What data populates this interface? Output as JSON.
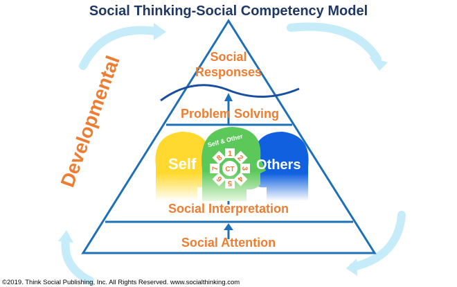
{
  "title": "Social Thinking-Social Competency Model",
  "side_label": "Developmental",
  "levels": {
    "responses_line1": "Social",
    "responses_line2": "Responses",
    "problem_solving": "Problem Solving",
    "interpretation": "Social Interpretation",
    "attention": "Social Attention"
  },
  "heads": {
    "self": "Self",
    "others": "Others",
    "self_and_others": "Self & Other",
    "center": "CT",
    "numbers": [
      "1",
      "2",
      "3",
      "4",
      "5",
      "6",
      "7",
      "8"
    ]
  },
  "footer": "©2019. Think Social Publishing, Inc. All Rights Reserved. www.socialthinking.com",
  "colors": {
    "title": "#1f3864",
    "orange": "#ed7d31",
    "blue": "#0070c0",
    "yellow": "#ffd92f",
    "green": "#5cc85a",
    "others": "#1060e0",
    "arrow": "#bfe9f7"
  }
}
